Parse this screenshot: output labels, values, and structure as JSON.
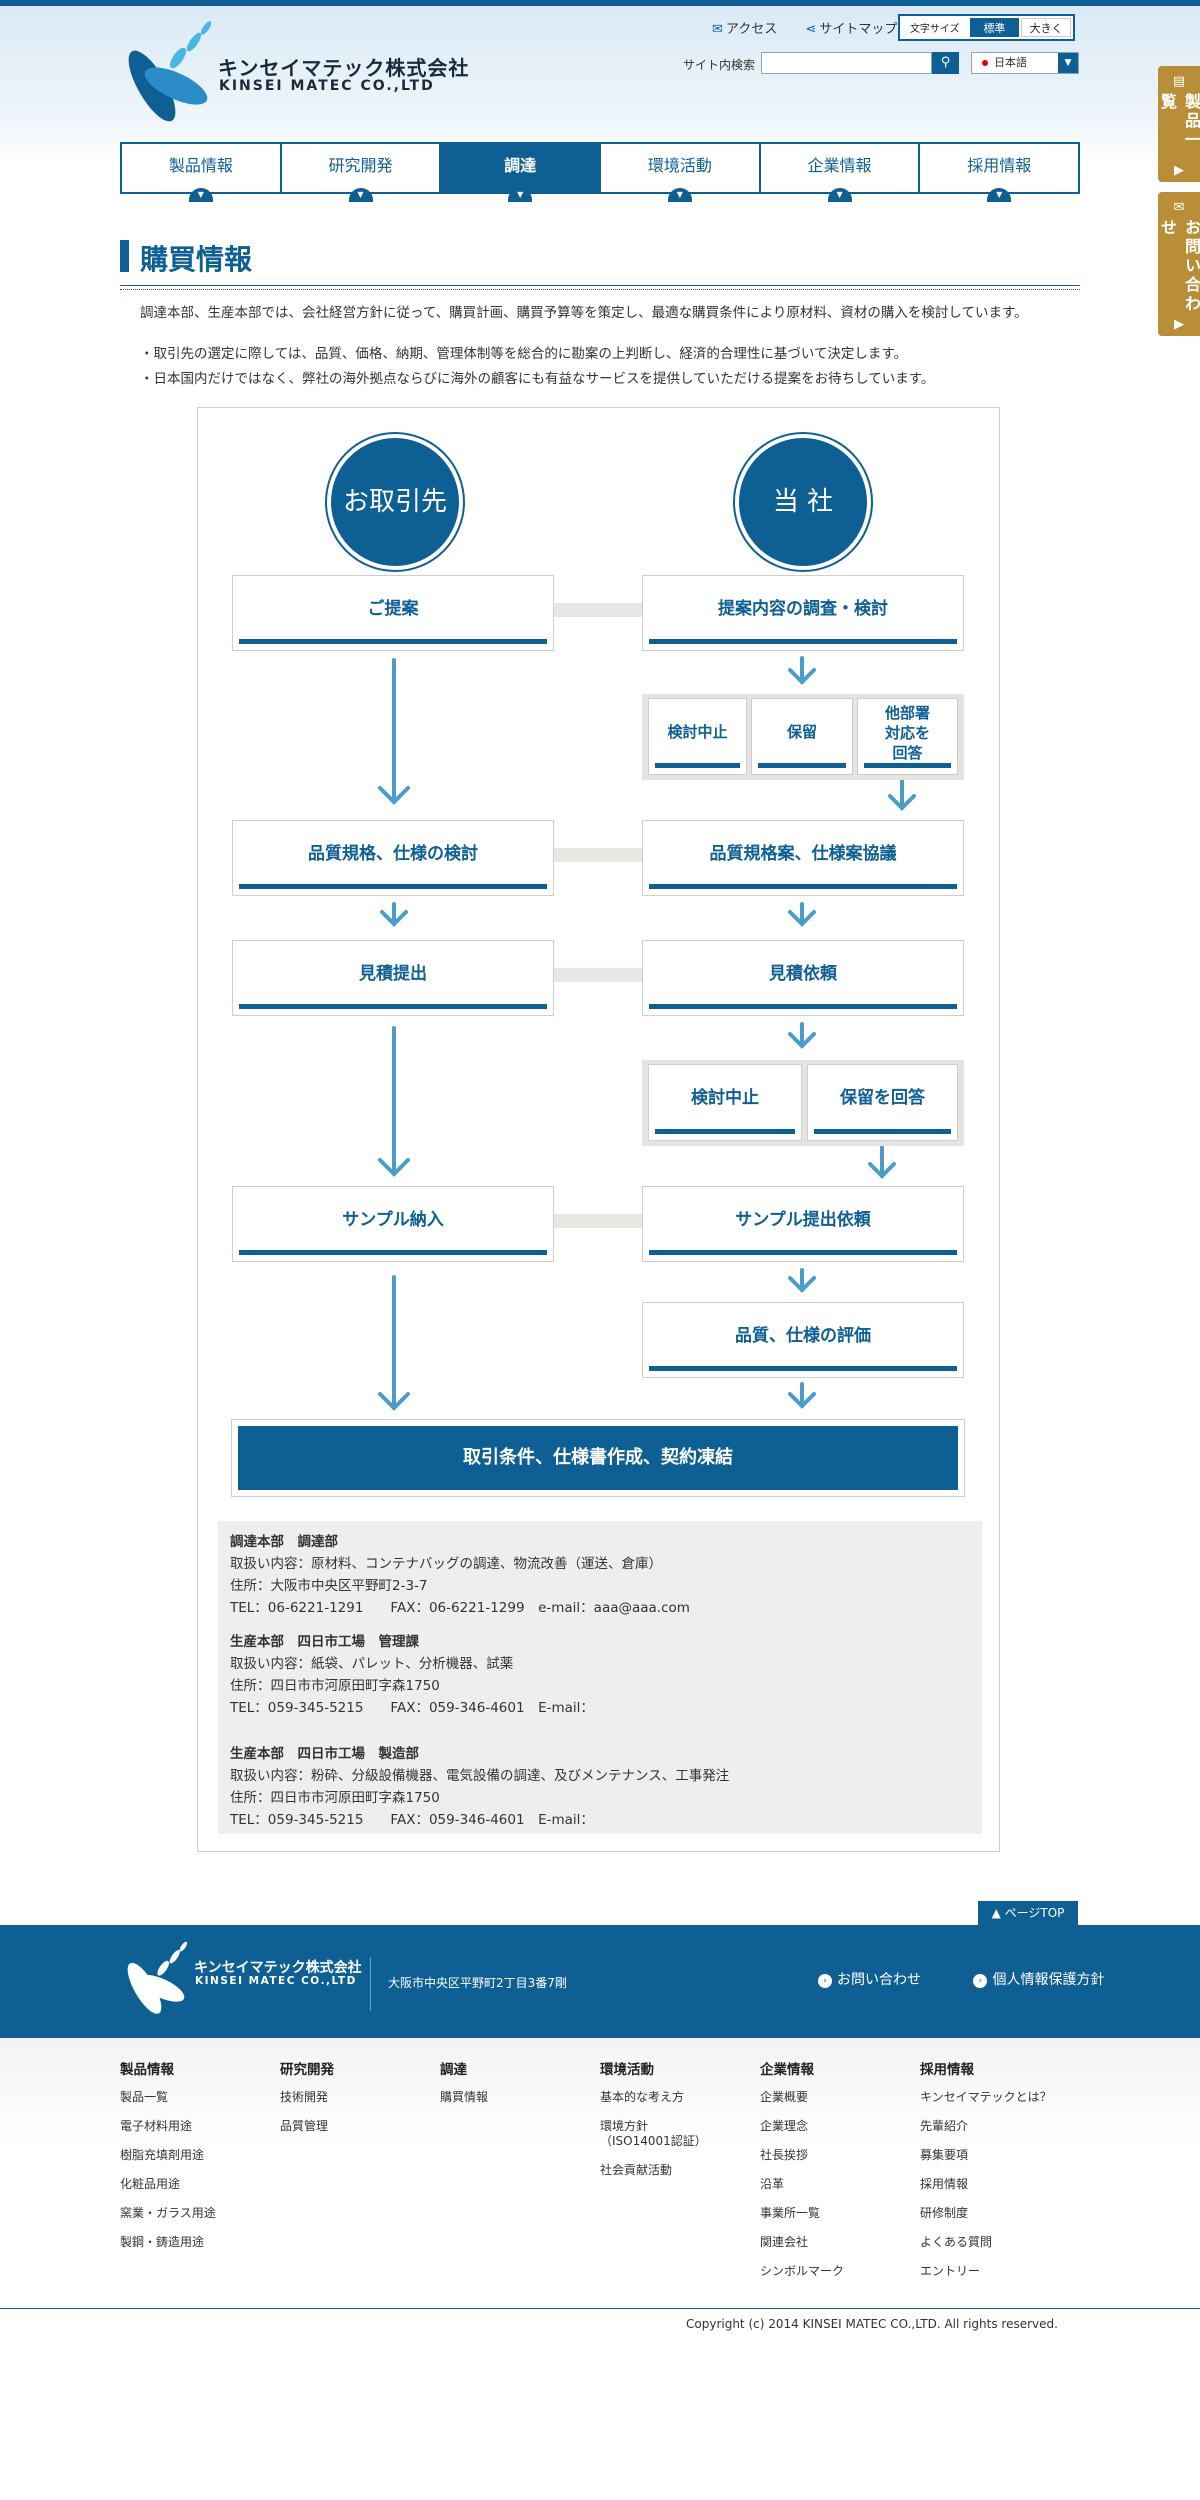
{
  "header": {
    "logo_jp": "キンセイマテック株式会社",
    "logo_en": "KINSEI MATEC CO.,LTD",
    "access": "アクセス",
    "sitemap": "サイトマップ",
    "font_size_label": "文字サイズ",
    "font_size_standard": "標準",
    "font_size_large": "大きく",
    "search_label": "サイト内検索",
    "search_placeholder": "",
    "language": "日本語"
  },
  "side_tabs": {
    "products": "製品一覧",
    "contact": "お問い合わせ"
  },
  "nav": [
    "製品情報",
    "研究開発",
    "調達",
    "環境活動",
    "企業情報",
    "採用情報"
  ],
  "page": {
    "title": "購買情報",
    "intro": "調達本部、生産本部では、会社経営方針に従って、購買計画、購買予算等を策定し、最適な購買条件により原材料、資材の購入を検討しています。",
    "bullet1": "・取引先の選定に際しては、品質、価格、納期、管理体制等を総合的に勘案の上判断し、経済的合理性に基づいて決定します。",
    "bullet2": "・日本国内だけではなく、弊社の海外拠点ならびに海外の顧客にも有益なサービスを提供していただける提案をお待ちしています。"
  },
  "flow": {
    "left_head": "お取引先",
    "right_head": "当 社",
    "proposal": "ご提案",
    "investigate": "提案内容の調査・検討",
    "stop1": "検討中止",
    "hold": "保留",
    "other_dept": "他部署\n対応を\n回答",
    "quality_review": "品質規格、仕様の検討",
    "quality_discuss": "品質規格案、仕様案協議",
    "estimate_submit": "見積提出",
    "estimate_request": "見積依頼",
    "stop2": "検討中止",
    "hold_answer": "保留を回答",
    "sample_delivery": "サンプル納入",
    "sample_request": "サンプル提出依頼",
    "evaluation": "品質、仕様の評価",
    "final": "取引条件、仕様書作成、契約凍結"
  },
  "contacts": [
    {
      "name": "調達本部　調達部",
      "items": "取扱い内容：原材料、コンテナバッグの調達、物流改善（運送、倉庫）",
      "address": "住所：大阪市中央区平野町2-3-7",
      "tel": "TEL：06-6221-1291　　FAX：06-6221-1299　e-mail：aaa@aaa.com"
    },
    {
      "name": "生産本部　四日市工場　管理課",
      "items": "取扱い内容：紙袋、パレット、分析機器、試薬",
      "address": "住所：四日市市河原田町字森1750",
      "tel": "TEL：059-345-5215　　FAX：059-346-4601　E-mail："
    },
    {
      "name": "生産本部　四日市工場　製造部",
      "items": "取扱い内容：粉砕、分級設備機器、電気設備の調達、及びメンテナンス、工事発注",
      "address": "住所：四日市市河原田町字森1750",
      "tel": "TEL：059-345-5215　　FAX：059-346-4601　E-mail："
    }
  ],
  "footer": {
    "pagetop": "ページTOP",
    "logo_jp": "キンセイマテック株式会社",
    "logo_en": "KINSEI MATEC CO.,LTD",
    "address": "大阪市中央区平野町2丁目3番7剛",
    "contact": "お問い合わせ",
    "privacy": "個人情報保護方針",
    "copyright": "Copyright (c) 2014 KINSEI MATEC CO.,LTD. All rights reserved.",
    "sitemap": [
      {
        "heading": "製品情報",
        "items": [
          "製品一覧",
          "電子材料用途",
          "樹脂充填剤用途",
          "化粧品用途",
          "窯業・ガラス用途",
          "製鋼・鋳造用途"
        ]
      },
      {
        "heading": "研究開発",
        "items": [
          "技術開発",
          "品質管理"
        ]
      },
      {
        "heading": "調達",
        "items": [
          "購買情報"
        ]
      },
      {
        "heading": "環境活動",
        "items": [
          "基本的な考え方",
          "環境方針\n（ISO14001認証）",
          "社会貢献活動"
        ]
      },
      {
        "heading": "企業情報",
        "items": [
          "企業概要",
          "企業理念",
          "社長挨拶",
          "沿革",
          "事業所一覧",
          "関連会社",
          "シンボルマーク"
        ]
      },
      {
        "heading": "採用情報",
        "items": [
          "キンセイマテックとは？",
          "先輩紹介",
          "募集要項",
          "採用情報",
          "研修制度",
          "よくある質問",
          "エントリー"
        ]
      }
    ]
  },
  "colors": {
    "primary": "#0e5f94",
    "accent_gold": "#b88f38",
    "arrow": "#4b9cc8"
  }
}
